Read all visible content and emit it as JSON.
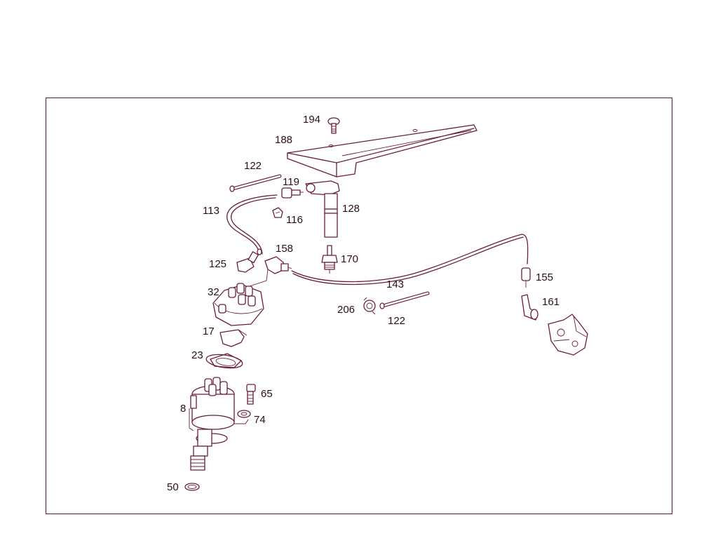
{
  "diagram": {
    "labels": {
      "p194": "194",
      "p188": "188",
      "p122a": "122",
      "p119": "119",
      "p113": "113",
      "p116": "116",
      "p128": "128",
      "p125": "125",
      "p158": "158",
      "p170": "170",
      "p32": "32",
      "p155": "155",
      "p143": "143",
      "p206": "206",
      "p122b": "122",
      "p161": "161",
      "p17": "17",
      "p23": "23",
      "p65": "65",
      "p8": "8",
      "p74": "74",
      "p50": "50"
    },
    "colors": {
      "ink": "#6b1f33",
      "frame": "#5a1a2a",
      "background": "#ffffff"
    }
  }
}
